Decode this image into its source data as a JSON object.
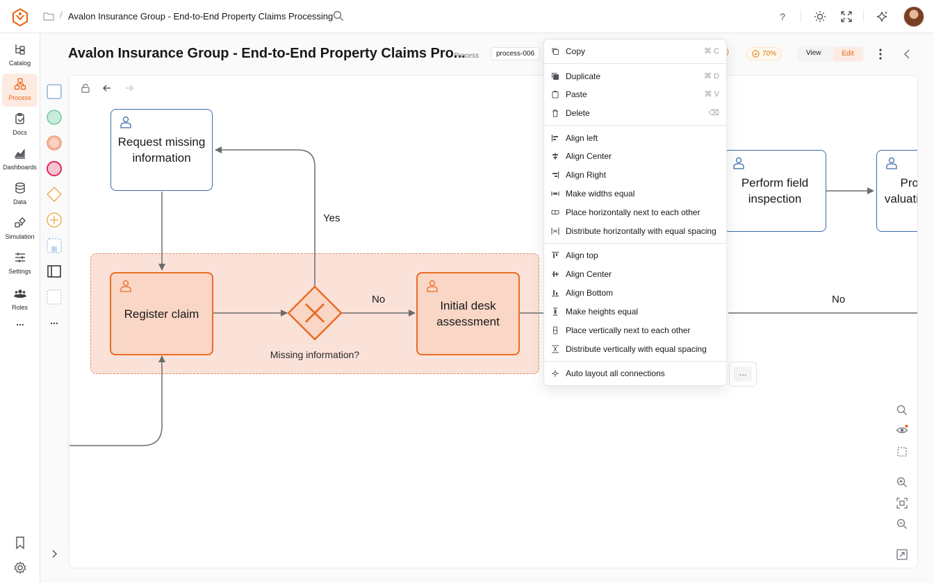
{
  "header": {
    "breadcrumb_title": "Avalon Insurance Group - End-to-End Property Claims Processing",
    "help_label": "?"
  },
  "nav": {
    "items": [
      {
        "label": "Catalog"
      },
      {
        "label": "Process"
      },
      {
        "label": "Docs"
      },
      {
        "label": "Dashboards"
      },
      {
        "label": "Data"
      },
      {
        "label": "Simulation"
      },
      {
        "label": "Settings"
      },
      {
        "label": "Roles"
      }
    ],
    "more": "..."
  },
  "page": {
    "title": "Avalon Insurance Group - End-to-End Property Claims Pro...",
    "type": "Process",
    "process_id": "process-006",
    "badge_fragment": "1)",
    "completion": "70%",
    "mode_view": "View",
    "mode_edit": "Edit"
  },
  "diagram": {
    "tasks": {
      "request_missing": "Request missing information",
      "register_claim": "Register claim",
      "initial_desk": "Initial desk assessment",
      "field_inspection": "Perform field inspection",
      "valuation_partial": "Pro valuati"
    },
    "gateway_label": "Missing information?",
    "labels": {
      "yes": "Yes",
      "no_left": "No",
      "no_right": "No"
    }
  },
  "context_menu": {
    "groups": [
      [
        {
          "label": "Copy",
          "shortcut": "⌘ C",
          "icon": "copy-icon"
        }
      ],
      [
        {
          "label": "Duplicate",
          "shortcut": "⌘ D",
          "icon": "duplicate-icon"
        },
        {
          "label": "Paste",
          "shortcut": "⌘ V",
          "icon": "paste-icon"
        },
        {
          "label": "Delete",
          "shortcut": "⌫",
          "icon": "trash-icon"
        }
      ],
      [
        {
          "label": "Align left",
          "icon": "align-left-icon"
        },
        {
          "label": "Align Center",
          "icon": "align-center-horizontal-icon"
        },
        {
          "label": "Align Right",
          "icon": "align-right-icon"
        },
        {
          "label": "Make widths equal",
          "icon": "equal-width-icon"
        },
        {
          "label": "Place horizontally next to each other",
          "icon": "place-horizontal-icon"
        },
        {
          "label": "Distribute horizontally with equal spacing",
          "icon": "distribute-horizontal-icon"
        }
      ],
      [
        {
          "label": "Align top",
          "icon": "align-top-icon"
        },
        {
          "label": "Align Center",
          "icon": "align-center-vertical-icon"
        },
        {
          "label": "Align Bottom",
          "icon": "align-bottom-icon"
        },
        {
          "label": "Make heights equal",
          "icon": "equal-height-icon"
        },
        {
          "label": "Place vertically next to each other",
          "icon": "place-vertical-icon"
        },
        {
          "label": "Distribute vertically with equal spacing",
          "icon": "distribute-vertical-icon"
        }
      ],
      [
        {
          "label": "Auto layout all connections",
          "icon": "auto-layout-icon"
        }
      ]
    ],
    "more": "..."
  },
  "colors": {
    "accent": "#e8620f",
    "task_blue_border": "#3b6aa8",
    "task_orange_border": "#ea6b24",
    "lane_fill": "#fbe2d9"
  }
}
